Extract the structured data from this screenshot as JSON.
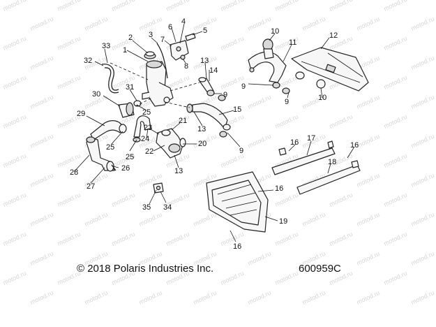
{
  "copyright": "© 2018 Polaris Industries Inc.",
  "drawing_number": "600959C",
  "watermark": "motod.ru",
  "callouts": {
    "c1": "1",
    "c2": "2",
    "c3": "3",
    "c4": "4",
    "c5": "5",
    "c6": "6",
    "c7": "7",
    "c8": "8",
    "c9a": "9",
    "c9b": "9",
    "c9c": "9",
    "c9d": "9",
    "c10a": "10",
    "c10b": "10",
    "c11": "11",
    "c12": "12",
    "c13a": "13",
    "c13b": "13",
    "c13c": "13",
    "c14": "14",
    "c15": "15",
    "c16a": "16",
    "c16b": "16",
    "c16c": "16",
    "c16d": "16",
    "c17": "17",
    "c18": "18",
    "c19": "19",
    "c20": "20",
    "c21": "21",
    "c22": "22",
    "c23": "23",
    "c24": "24",
    "c25a": "25",
    "c25b": "25",
    "c25c": "25",
    "c26": "26",
    "c27": "27",
    "c28": "28",
    "c29": "29",
    "c30": "30",
    "c31": "31",
    "c32": "32",
    "c33": "33",
    "c34": "34",
    "c35": "35"
  }
}
